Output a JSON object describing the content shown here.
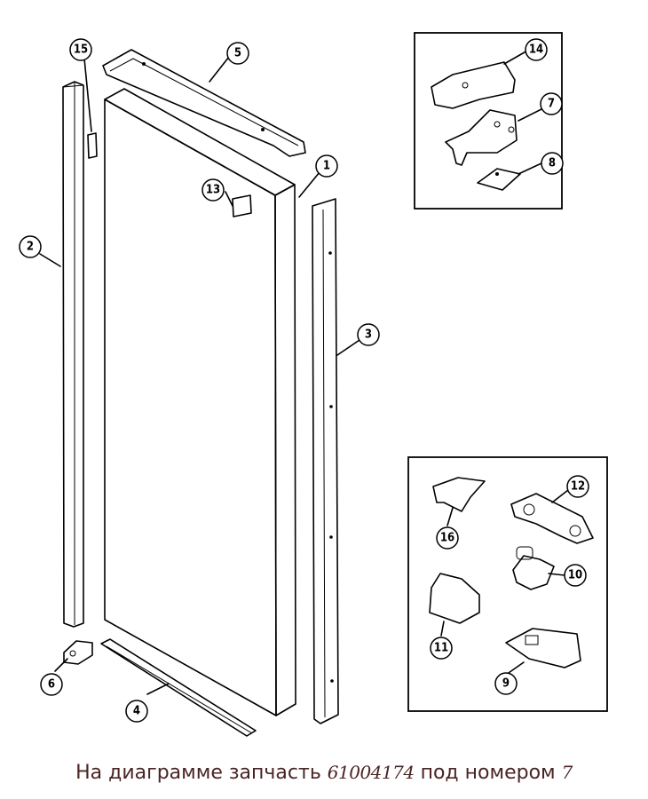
{
  "caption": {
    "text_before": "На диаграмме запчасть",
    "part_number": "61004174",
    "text_middle": "под номером",
    "callout_number": "7"
  },
  "callouts": [
    "1",
    "2",
    "3",
    "4",
    "5",
    "6",
    "7",
    "8",
    "9",
    "10",
    "11",
    "12",
    "13",
    "14",
    "15",
    "16"
  ]
}
